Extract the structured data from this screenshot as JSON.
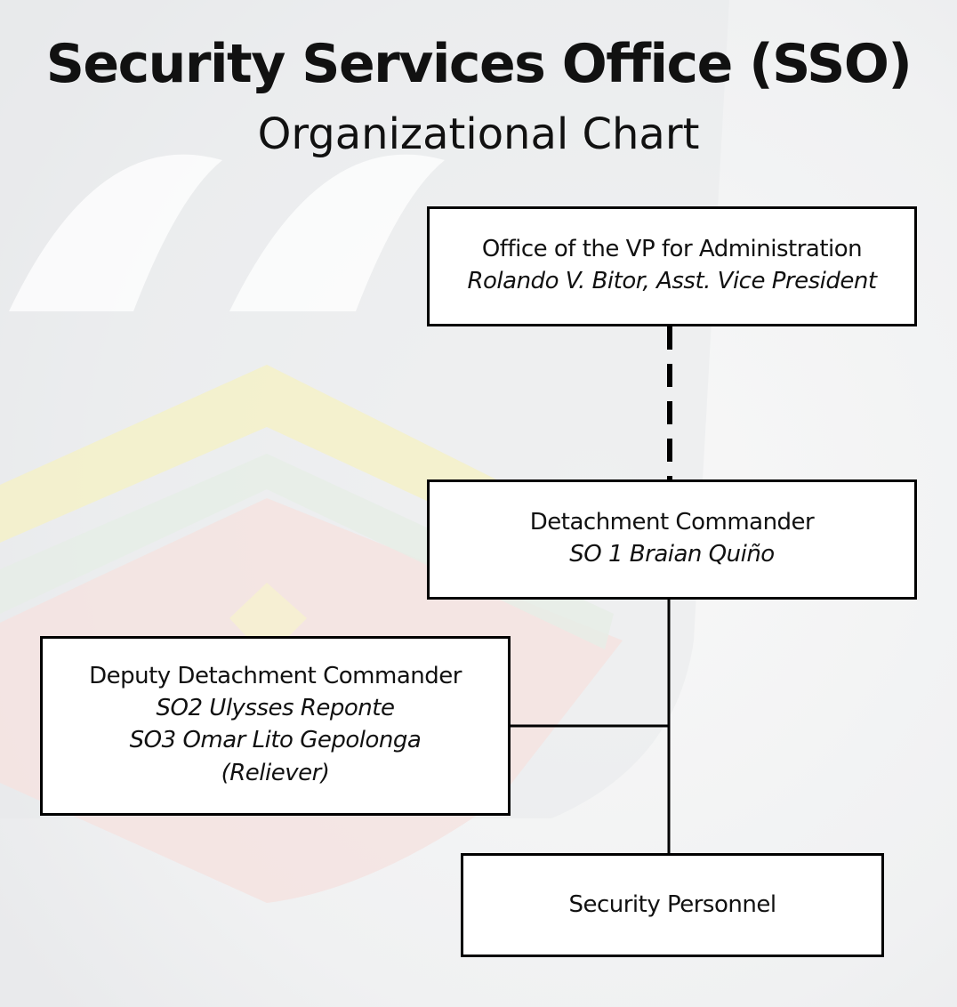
{
  "title": "Security Services Office (SSO)",
  "subtitle": "Organizational Chart",
  "boxes": {
    "vp": {
      "heading": "Office of the VP for Administration",
      "lines": [
        "Rolando V. Bitor, Asst. Vice President"
      ]
    },
    "detachment_commander": {
      "heading": "Detachment Commander",
      "lines": [
        "SO 1 Braian Quiño"
      ]
    },
    "deputy": {
      "heading": "Deputy Detachment Commander",
      "lines": [
        "SO2 Ulysses Reponte",
        "SO3 Omar Lito Gepolonga",
        "(Reliever)"
      ]
    },
    "security_personnel": {
      "heading": "Security Personnel",
      "lines": []
    }
  },
  "connectors": [
    {
      "from": "vp",
      "to": "detachment_commander",
      "style": "dashed"
    },
    {
      "from": "detachment_commander",
      "to": "security_personnel",
      "style": "solid"
    },
    {
      "from": "detachment_commander",
      "to": "deputy",
      "style": "solid"
    }
  ],
  "colors": {
    "line": "#000000",
    "box_fill": "#ffffff",
    "text": "#111111",
    "background": "#f1f2f3",
    "watermark_yellow": "#f5f1c8",
    "watermark_red": "#f4e3e1",
    "watermark_green": "#e6ede6"
  },
  "watermark_icon": "university-shield-logo-icon"
}
